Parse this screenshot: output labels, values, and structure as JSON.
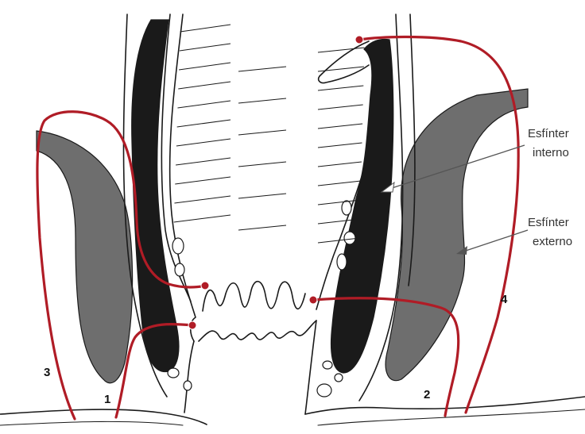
{
  "colors": {
    "fistula": "#b01c26",
    "internal_sphincter": "#1a1a1a",
    "external_sphincter": "#6e6e6e",
    "outline": "#1a1a1a"
  },
  "labels": {
    "internal": [
      "Esfínter",
      "interno"
    ],
    "external": [
      "Esfínter",
      "externo"
    ]
  },
  "tracts": [
    {
      "number": "1"
    },
    {
      "number": "2"
    },
    {
      "number": "3"
    },
    {
      "number": "4"
    }
  ]
}
